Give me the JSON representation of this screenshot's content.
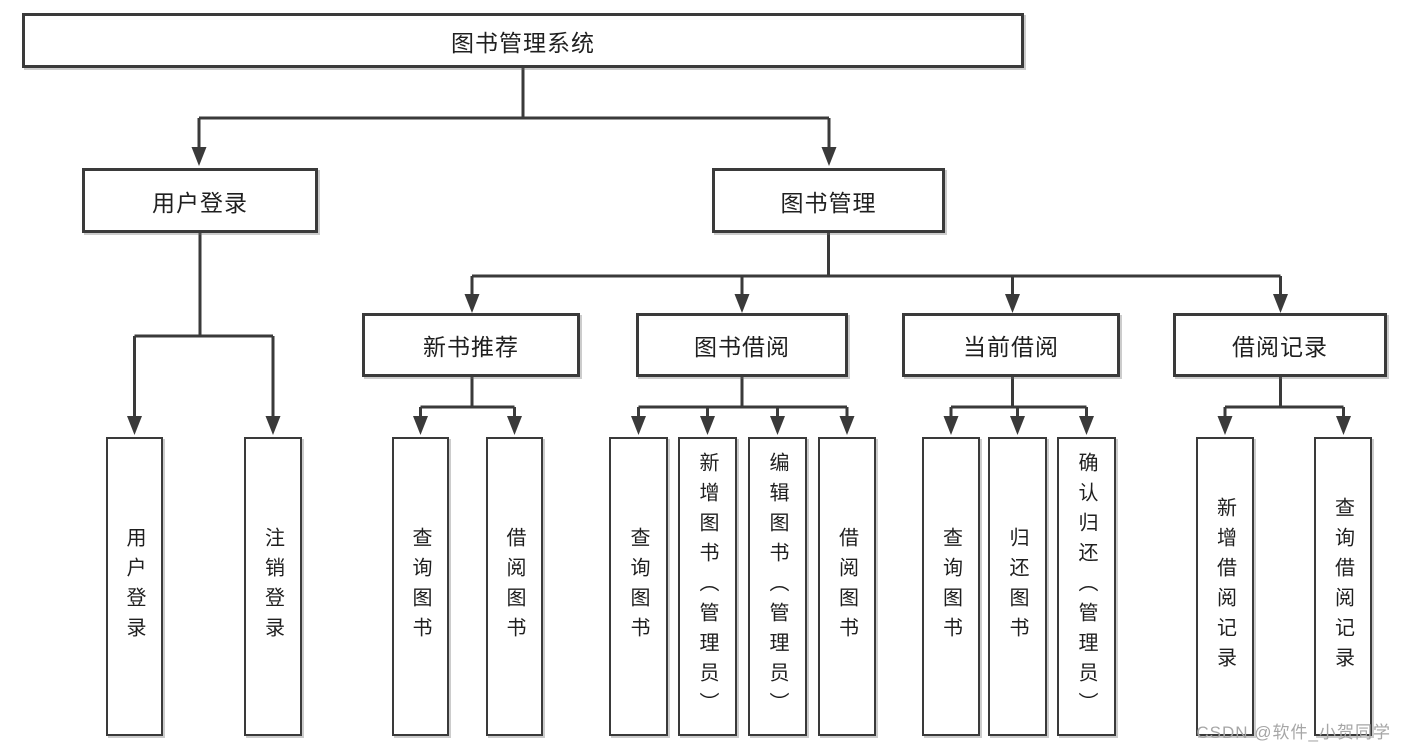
{
  "diagram": {
    "title": "图书管理系统",
    "type": "functional-structure-tree",
    "colors": {
      "line": "#3a3a3a",
      "box_border": "#3a3a3a",
      "box_fill": "#ffffff",
      "text": "#1f1f1f",
      "watermark": "#a6a6a6",
      "background": "#ffffff"
    }
  },
  "tree": {
    "label": "图书管理系统",
    "children": [
      {
        "label": "用户登录",
        "children": [
          {
            "label": "用户登录"
          },
          {
            "label": "注销登录"
          }
        ]
      },
      {
        "label": "图书管理",
        "children": [
          {
            "label": "新书推荐",
            "children": [
              {
                "label": "查询图书"
              },
              {
                "label": "借阅图书"
              }
            ]
          },
          {
            "label": "图书借阅",
            "children": [
              {
                "label": "查询图书"
              },
              {
                "label": "新增图书（管理员）"
              },
              {
                "label": "编辑图书（管理员）"
              },
              {
                "label": "借阅图书"
              }
            ]
          },
          {
            "label": "当前借阅",
            "children": [
              {
                "label": "查询图书"
              },
              {
                "label": "归还图书"
              },
              {
                "label": "确认归还（管理员）"
              }
            ]
          },
          {
            "label": "借阅记录",
            "children": [
              {
                "label": "新增借阅记录"
              },
              {
                "label": "查询借阅记录"
              }
            ]
          }
        ]
      }
    ]
  },
  "watermark": {
    "text": "CSDN @软件_小贺同学"
  }
}
